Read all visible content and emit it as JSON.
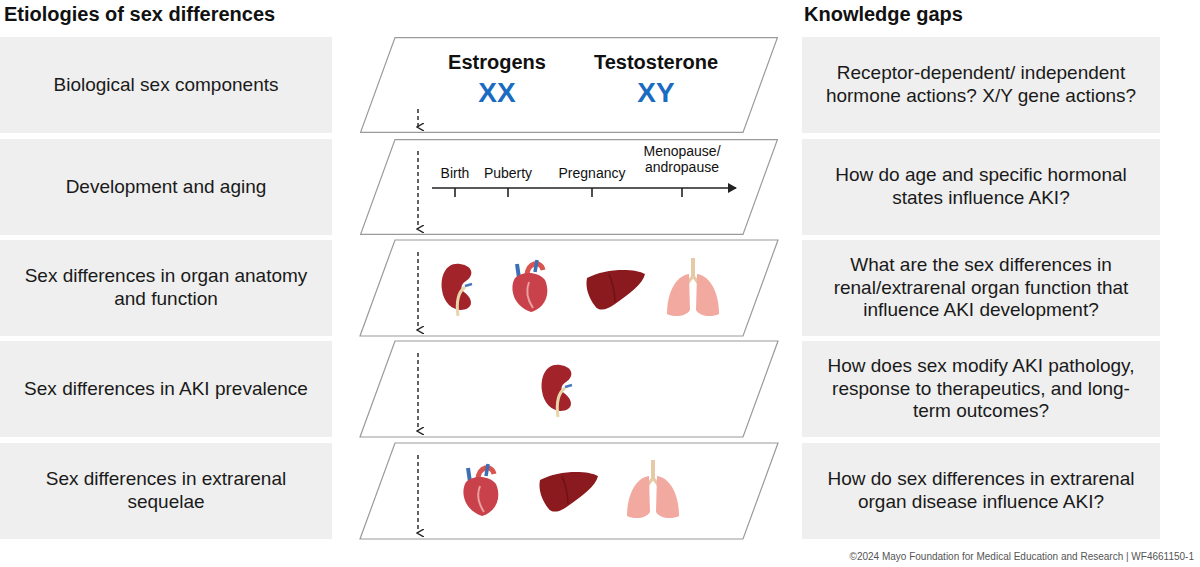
{
  "diagram": {
    "nodes": [
      {
        "text": [
          "Biological sex components"
        ]
      },
      {
        "text": [
          "Estrogens",
          "Testosterone",
          "XX",
          "XY"
        ]
      },
      {
        "text": [
          "Receptor-dependent/ independent hormone actions? X/Y gene actions?"
        ]
      },
      {
        "text": [
          "Development and aging"
        ]
      },
      {
        "text": [
          "Birth",
          "Puberty",
          "Pregnancy",
          "Menopause/ andropause"
        ]
      },
      {
        "text": [
          "How do age and specific hormonal states influence AKI?"
        ]
      },
      {
        "text": [
          "Sex differences in organ anatomy and function"
        ]
      },
      {
        "text": [
          "What are the sex differences in renal/extrarenal organ function that influence AKI development?"
        ]
      },
      {
        "text": [
          "Sex differences in AKI prevalence"
        ]
      },
      {
        "text": [
          "How does sex modify AKI pathology, response to therapeutics, and long-term outcomes?"
        ]
      },
      {
        "text": [
          "Sex differences in extrarenal sequelae"
        ]
      },
      {
        "text": [
          "How do sex differences in extrarenal organ disease influence AKI?"
        ]
      }
    ],
    "labels": [
      "Etiologies of sex differences",
      "Knowledge gaps",
      "©2024 Mayo Foundation for Medical Education and Research | WF4661150-1"
    ]
  }
}
